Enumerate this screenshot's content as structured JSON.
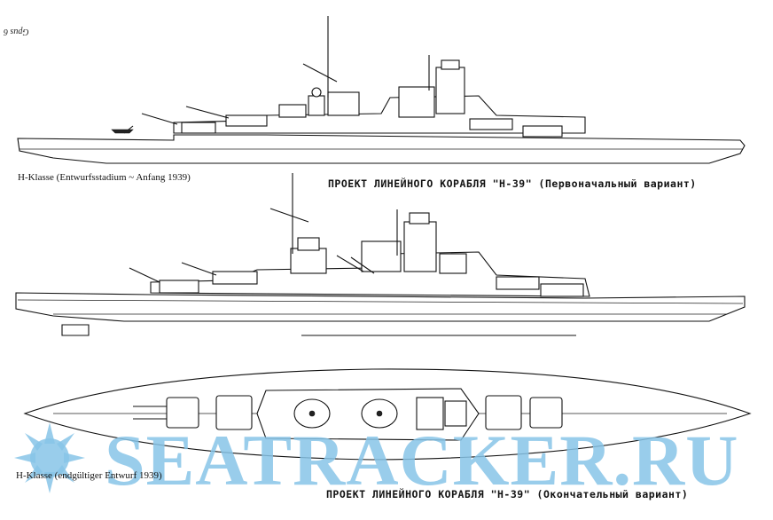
{
  "page_mark": "Gpus 6",
  "captions": {
    "early_de": "H-Klasse (Entwurfsstadium ~ Anfang 1939)",
    "early_ru": "ПРОЕКТ  ЛИНЕЙНОГО  КОРАБЛЯ  \"Н-39\"  (Первоначальный вариант)",
    "final_de": "H-Klasse (endgültiger Entwurf 1939)",
    "final_ru": "ПРОЕКТ  ЛИНЕЙНОГО  КОРАБЛЯ  \"Н-39\"  (Окончательный вариант)"
  },
  "watermark": {
    "text": "SEATRACKER.RU",
    "color": "#87c4e8"
  }
}
